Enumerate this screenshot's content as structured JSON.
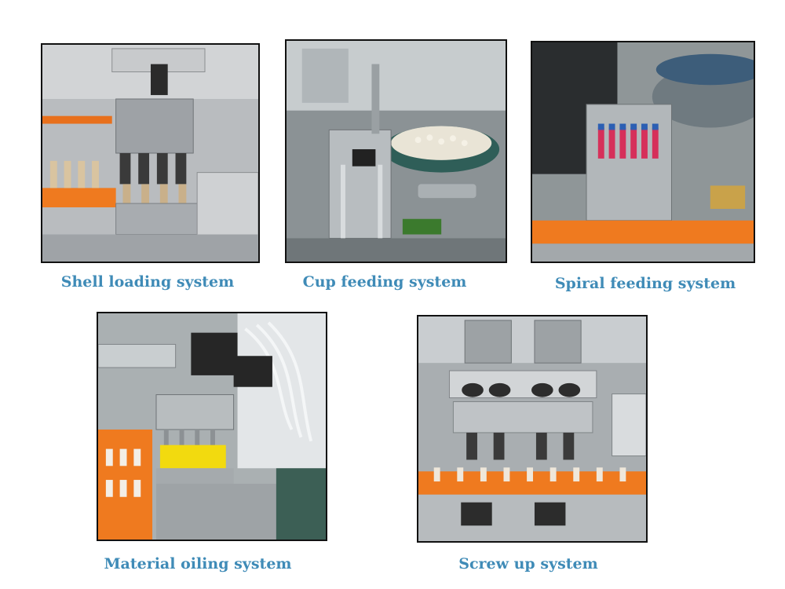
{
  "accent_color": "#3f8bb7",
  "panels": [
    {
      "caption": "Shell loading system",
      "depicts": "machine-photo"
    },
    {
      "caption": "Cup feeding system",
      "depicts": "machine-photo"
    },
    {
      "caption": "Spiral feeding system",
      "depicts": "machine-photo"
    },
    {
      "caption": "Material oiling system",
      "depicts": "machine-photo"
    },
    {
      "caption": "Screw up system",
      "depicts": "machine-photo"
    }
  ]
}
